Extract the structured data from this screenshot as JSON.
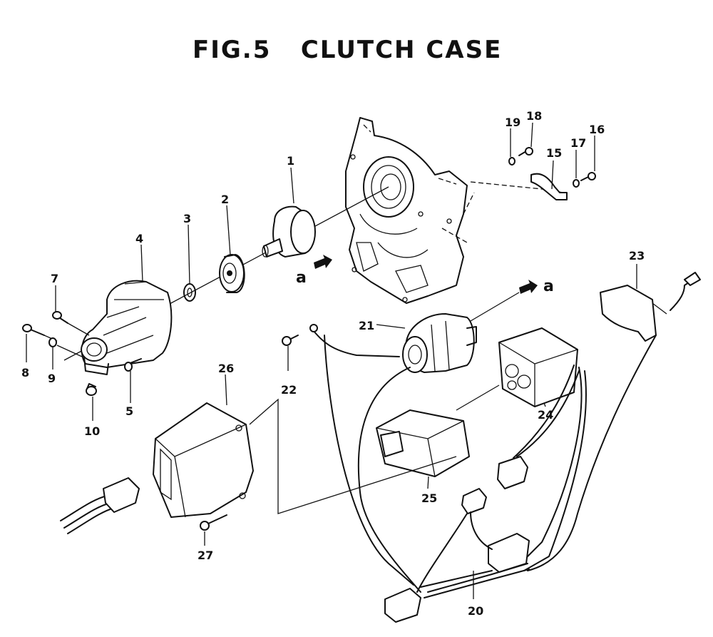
{
  "figure": {
    "title": "FIG.5   CLUTCH CASE"
  },
  "reference_mark": "a",
  "callouts": [
    "1",
    "2",
    "3",
    "4",
    "5",
    "7",
    "8",
    "9",
    "10",
    "15",
    "16",
    "17",
    "18",
    "19",
    "20",
    "21",
    "22",
    "23",
    "24",
    "25",
    "26",
    "27"
  ]
}
